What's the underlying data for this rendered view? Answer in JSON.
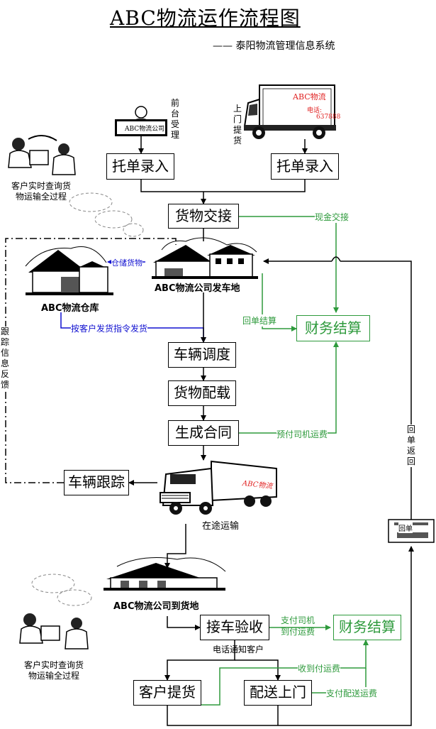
{
  "title": "ABC物流运作流程图",
  "subtitle": "—— 泰阳物流管理信息系统",
  "front_desk": {
    "sign": "ABC物流公司",
    "label": [
      "前",
      "台",
      "受",
      "理"
    ]
  },
  "pickup": {
    "label": [
      "上",
      "门",
      "提",
      "货"
    ],
    "truck_brand": "ABC物流",
    "truck_phone_prefix": "电话:",
    "truck_phone": "637888"
  },
  "customer_query_top": [
    "客户实时查询货",
    "物运输全过程"
  ],
  "customer_query_bottom": [
    "客户实时查询货",
    "物运输全过程"
  ],
  "nodes": {
    "order_entry_left": "托单录入",
    "order_entry_right": "托单录入",
    "cargo_handover": "货物交接",
    "dispatch_site": "ABC物流公司发车地",
    "warehouse": "ABC物流仓库",
    "finance_top": "财务结算",
    "vehicle_dispatch": "车辆调度",
    "cargo_loading": "货物配载",
    "contract": "生成合同",
    "vehicle_tracking": "车辆跟踪",
    "truck_brand": "ABC物流",
    "in_transit": "在途运输",
    "arrival_site": "ABC物流公司到货地",
    "receive_check": "接车验收",
    "finance_bottom": "财务结算",
    "customer_pickup": "客户提货",
    "door_delivery": "配送上门",
    "receipt_icon": "回单"
  },
  "edge_labels": {
    "cash_handover": "现金交接",
    "store_goods": "仓储货物",
    "receipt_settle": "回单结算",
    "ship_by_order": "按客户发货指令发货",
    "prepay_driver": "预付司机运费",
    "notify_customer": "电话通知客户",
    "pay_driver_line1": "支付司机",
    "pay_driver_line2": "到付运费",
    "collect_cod": "收到付运费",
    "pay_delivery": "支付配送运费"
  },
  "tracking_feedback": [
    "跟",
    "踪",
    "信",
    "息",
    "反",
    "馈"
  ],
  "receipt_return": [
    "回",
    "单",
    "返",
    "回"
  ],
  "colors": {
    "green": "#2e9a3c",
    "blue": "#1010d0",
    "black": "#000000"
  }
}
